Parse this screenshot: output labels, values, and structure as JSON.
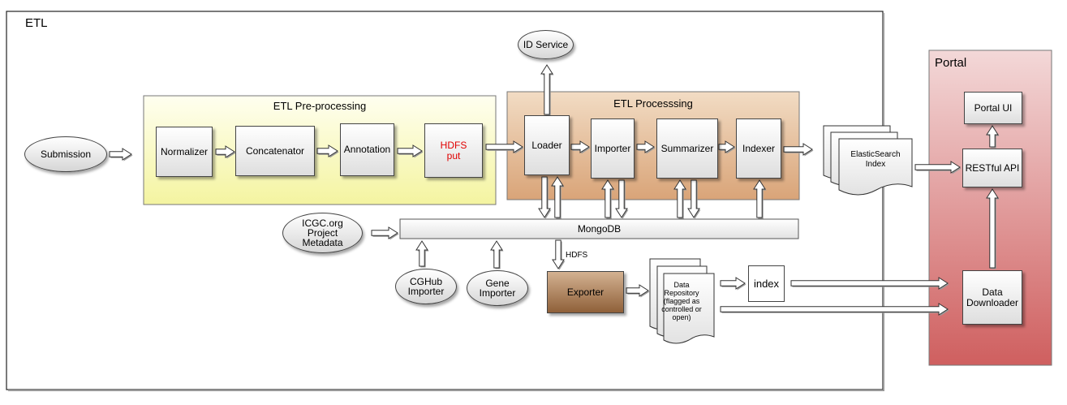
{
  "containers": {
    "etl": "ETL",
    "portal": "Portal",
    "preprocessing": "ETL Pre-processing",
    "processing": "ETL Processsing"
  },
  "nodes": {
    "submission": "Submission",
    "normalizer": "Normalizer",
    "concatenator": "Concatenator",
    "annotation": "Annotation",
    "hdfs_put": "HDFS\nput",
    "id_service": "ID Service",
    "loader": "Loader",
    "importer": "Importer",
    "summarizer": "Summarizer",
    "indexer": "Indexer",
    "elasticsearch": "ElasticSearch\nIndex",
    "icgc": "ICGC.org\nProject\nMetadata",
    "mongodb": "MongoDB",
    "cghub": "CGHub\nImporter",
    "gene": "Gene\nImporter",
    "exporter": "Exporter",
    "data_repository": "Data\nRepository\n(flagged as\ncontrolled or\nopen)",
    "index": "index",
    "portal_ui": "Portal UI",
    "restful_api": "RESTful API",
    "data_downloader": "Data\nDownloader"
  },
  "edge_labels": {
    "hdfs": "HDFS"
  },
  "colors": {
    "preprocessing_fill": "#fbfbc0",
    "processing_fill": "#e8c29e",
    "portal_fill": "#d98080",
    "exporter_fill": "#a4764f",
    "hdfs_put_text": "#e00000"
  }
}
